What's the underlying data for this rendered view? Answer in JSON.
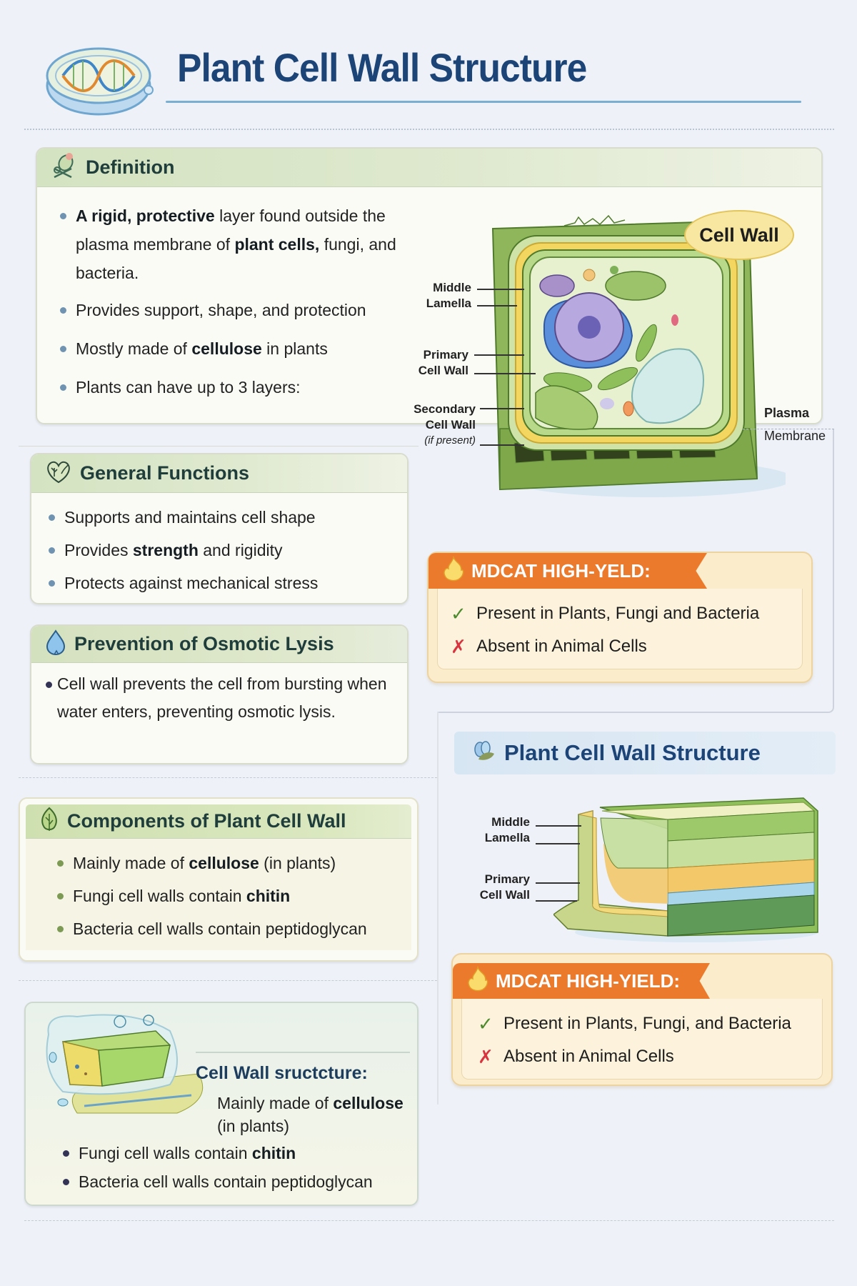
{
  "header": {
    "title": "Plant Cell Wall Structure",
    "icon": "dna-petri-dish-icon"
  },
  "definition": {
    "title": "Definition",
    "icon": "microscope-leaf-icon",
    "items": [
      {
        "bold": "A rigid, protective",
        "text": " layer found outside the plasma membrane of ",
        "bold2": "plant cells,",
        "text2": " fungi, and bacteria."
      },
      {
        "text": "Provides support, shape, and protection"
      },
      {
        "pre": "Mostly made of ",
        "bold": "cellulose",
        "post": " in plants"
      },
      {
        "text": "Plants can have up to 3 layers:"
      }
    ]
  },
  "cell_diagram": {
    "callout": "Cell Wall",
    "labels": {
      "middle_lamella": [
        "Middle",
        "Lamella"
      ],
      "primary_wall": [
        "Primary",
        "Cell Wall"
      ],
      "secondary_wall": [
        "Secondary",
        "Cell Wall",
        "(if present)"
      ],
      "plasma_membrane": [
        "Plasma",
        "Membrane"
      ]
    },
    "colors": {
      "outer_wall": "#8fb65a",
      "yellow_layer": "#f2d660",
      "cytoplasm": "#e8f1cf",
      "nucleus": "#b7a9e0",
      "nucleolus": "#6b62b5",
      "er": "#5b8fdc",
      "vacuole": "#d4ece9",
      "chloroplast": "#9cc36a"
    }
  },
  "general_functions": {
    "title": "General Functions",
    "icon": "heart-leaf-icon",
    "items": [
      {
        "pre": "Supports and maintains cell shape"
      },
      {
        "pre": "Provides ",
        "bold": "strength",
        "post": " and rigidity"
      },
      {
        "pre": "Protects against mechanical stress"
      }
    ]
  },
  "osmotic_lysis": {
    "title": "Prevention of Osmotic Lysis",
    "icon": "water-drop-icon",
    "items": [
      {
        "text": "Cell wall prevents the cell from bursting when water enters, preventing osmotic lysis."
      }
    ]
  },
  "high_yield_1": {
    "title": "MDCAT HIGH-YELD:",
    "icon": "flame-icon",
    "present": "Present in Plants, Fungi and Bacteria",
    "absent": "Absent in Animal Cells"
  },
  "components": {
    "title": "Components of Plant Cell Wall",
    "icon": "leaf-icon",
    "items": [
      {
        "pre": "Mainly made of ",
        "bold": "cellulose",
        "post": " (in plants)"
      },
      {
        "pre": "Fungi cell walls contain ",
        "bold": "chitin",
        "post": ""
      },
      {
        "pre": "Bacteria cell walls contain peptidoglycan",
        "bold": "",
        "post": ""
      }
    ]
  },
  "structure_section": {
    "title": "Plant Cell Wall Structure",
    "icon": "leaf-cluster-icon",
    "labels": {
      "middle_lamella": [
        "Middle",
        "Lamella"
      ],
      "primary_wall": [
        "Primary",
        "Cell Wall"
      ]
    }
  },
  "high_yield_2": {
    "title": "MDCAT HIGH-YIELD:",
    "icon": "flame-icon",
    "present": "Present in Plants, Fungi, and Bacteria",
    "absent": "Absent in Animal Cells"
  },
  "cell_wall_structure_card": {
    "title": "Cell Wall sructcture:",
    "line1_pre": "Mainly made of ",
    "line1_bold": "cellulose",
    "line1_post": "(in plants)",
    "items": [
      {
        "pre": "Fungi cell walls contain ",
        "bold": "chitin"
      },
      {
        "pre": "Bacteria cell walls contain peptidoglycan",
        "bold": ""
      }
    ]
  }
}
